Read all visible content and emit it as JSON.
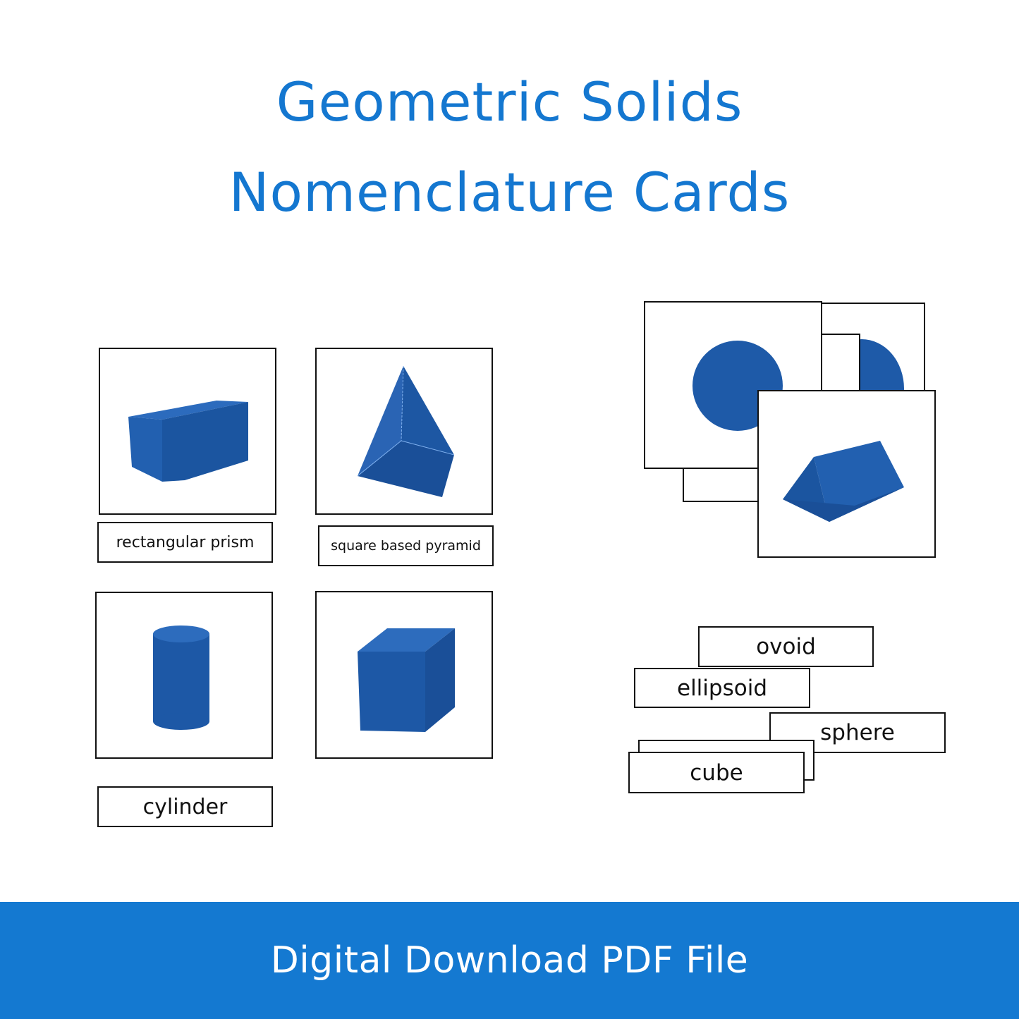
{
  "title": {
    "line1": "Geometric Solids",
    "line2": "Nomenclature Cards"
  },
  "cards": {
    "rectangular_prism": "rectangular prism",
    "pyramid": "square based pyramid",
    "cylinder": "cylinder"
  },
  "word_cards": {
    "ovoid": "ovoid",
    "ellipsoid": "ellipsoid",
    "sphere": "sphere",
    "cube": "cube"
  },
  "footer": {
    "text": "Digital Download PDF File"
  },
  "colors": {
    "accent": "#1477d0",
    "banner": "#1479d1",
    "solid_blue": "#1f5aa8"
  },
  "icons": [
    "rectangular-prism-image",
    "pyramid-image",
    "cylinder-image",
    "cube-image",
    "sphere-image",
    "ellipsoid-image",
    "triangular-prism-image"
  ]
}
